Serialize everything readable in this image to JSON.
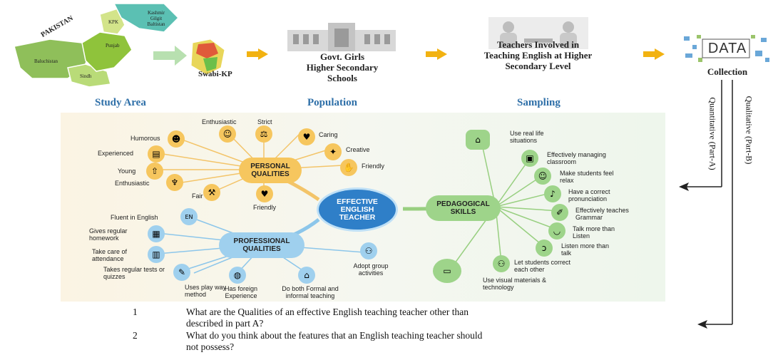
{
  "study_area": {
    "country_label": "PAKISTAN",
    "regions": [
      "KPK",
      "Kashmir Gilgit Baltistan",
      "Punjab",
      "Baluchistan",
      "Sindh"
    ],
    "district_label": "Swabi-KP",
    "caption": "Study Area"
  },
  "population": {
    "text_line1": "Govt. Girls",
    "text_line2": "Higher Secondary",
    "text_line3": "Schools",
    "caption": "Population"
  },
  "sampling": {
    "text_line1": "Teachers Involved in",
    "text_line2": "Teaching English at Higher",
    "text_line3": "Secondary Level",
    "caption": "Sampling"
  },
  "data_collection": {
    "logo_text": "DATA",
    "caption": "Collection",
    "quantitative": "Quantitative (Part-A)",
    "qualitative": "Qualitative (Part-B)"
  },
  "mindmap": {
    "center": [
      "EFFECTIVE",
      "ENGLISH",
      "TEACHER"
    ],
    "personal": {
      "title": [
        "PERSONAL",
        "QUALITIES"
      ],
      "items": [
        "Enthusiastic",
        "Strict",
        "Caring",
        "Creative",
        "Friendly",
        "Humorous",
        "Experienced",
        "Young",
        "Enthusiastic",
        "Fair",
        "Friendly"
      ]
    },
    "professional": {
      "title": [
        "PROFESSIONAL",
        "QUALITIES"
      ],
      "items": [
        "Fluent in English",
        "Gives regular homework",
        "Take care of attendance",
        "Takes regular tests or quizzes",
        "Uses play way method",
        "Has foreign Experience",
        "Do both Formal and informal teaching",
        "Adopt group activities"
      ]
    },
    "pedagogical": {
      "title": [
        "PEDAGOGICAL",
        "SKILLS"
      ],
      "items": [
        "Use real life situations",
        "Effectively managing classroom",
        "Make students feel relax",
        "Have a correct pronunciation",
        "Effectively teaches Grammar",
        "Talk more than Listen",
        "Listen more than talk",
        "Let students correct each other",
        "Use visual materials & technology"
      ]
    }
  },
  "questions": [
    {
      "num": "1",
      "line1": "What are the Qualities of an effective English teaching teacher other than",
      "line2": "described in part A?"
    },
    {
      "num": "2",
      "line1": "What do you think about the features that an English teaching teacher should",
      "line2": "not possess?"
    }
  ],
  "colors": {
    "arrow": "#f2b211",
    "caption_blue": "#2e6fa8",
    "personal": "#f6c65e",
    "professional": "#9fd0ee",
    "pedagogical": "#9ed48a",
    "center": "#2f7fc8"
  }
}
